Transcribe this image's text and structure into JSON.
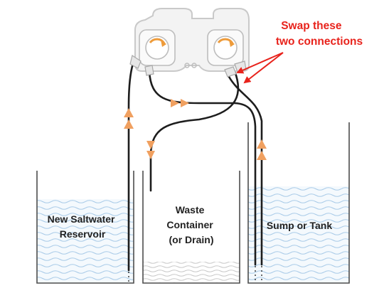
{
  "labels": {
    "reservoir": [
      "New Saltwater",
      "Reservoir"
    ],
    "waste": [
      "Waste",
      "Container",
      "(or Drain)"
    ],
    "sump": "Sump or Tank"
  },
  "callout": {
    "lines": [
      "Swap these",
      "two connections"
    ]
  },
  "colors": {
    "callout": "#e8231c",
    "arrow": "#f0a060",
    "rotor_arrow": "#ee9b3a",
    "water_wave": "#a9cbe8",
    "water_fill": "#f4f9fd",
    "tank_outline": "#4d4d4d",
    "tubing": "#1d1d1d",
    "pump_body": "#c9c9c9",
    "pump_fill": "#f3f3f3"
  }
}
